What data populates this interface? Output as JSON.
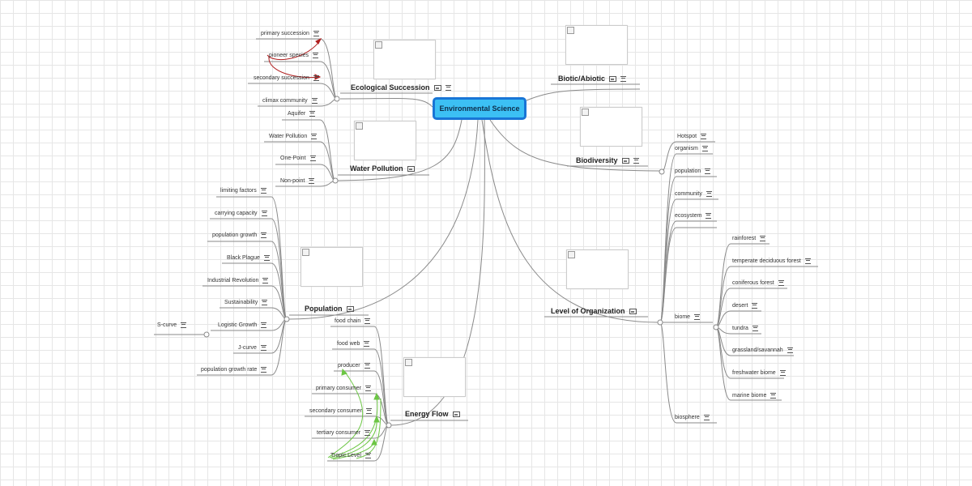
{
  "center": "Environmental Science",
  "topics": {
    "ecological_succession": {
      "label": "Ecological Succession",
      "children": [
        "primary succession",
        "pioneer species",
        "secondary succession",
        "climax community"
      ]
    },
    "water_pollution": {
      "label": "Water Pollution",
      "children": [
        "Aquifer",
        "Water Pollution",
        "One-Point",
        "Non-point"
      ]
    },
    "population": {
      "label": "Population",
      "children": [
        "limiting factors",
        "carrying capacity",
        "population growth",
        "Black Plague",
        "Industrial Revolution",
        "Sustainability",
        "Logistic Growth",
        "J-curve",
        "population growth rate"
      ],
      "logistic_child": "S-curve"
    },
    "energy_flow": {
      "label": "Energy Flow",
      "children": [
        "food chain",
        "food web",
        "producer",
        "primary consumer",
        "secondary consumer",
        "tertiary consumer",
        "Tropic Level"
      ]
    },
    "biotic_abiotic": {
      "label": "Biotic/Abiotic"
    },
    "biodiversity": {
      "label": "Biodiversity",
      "children": [
        "Hotspot"
      ]
    },
    "level_of_organization": {
      "label": "Level of Organization",
      "children": [
        "organism",
        "population",
        "community",
        "ecosystem",
        "biome",
        "biosphere"
      ],
      "biome_children": [
        "rainforest",
        "temperate deciduous forest",
        "coniferous forest",
        "desert",
        "tundra",
        "grassland/savannah",
        "freshwater biome",
        "marine biome"
      ]
    }
  },
  "colors": {
    "center_fill": "#3cc0f4",
    "center_border": "#1875d6",
    "relation_red": "#b01e1e",
    "relation_green": "#6cc644",
    "branch": "#8a8a8a"
  }
}
